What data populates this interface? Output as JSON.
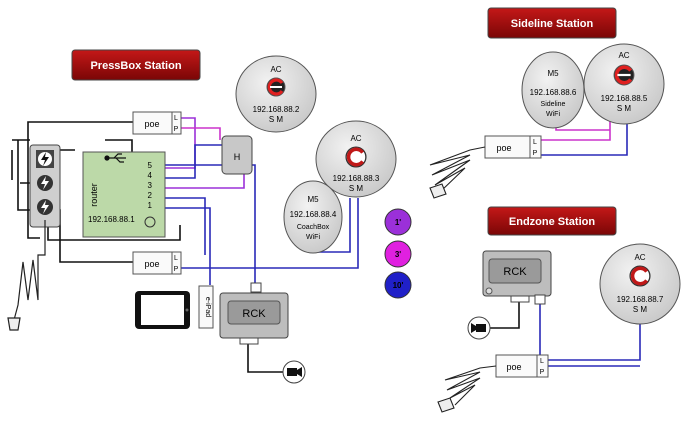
{
  "stations": {
    "pressbox": "PressBox Station",
    "sideline": "Sideline Station",
    "endzone": "Endzone Station"
  },
  "poe": {
    "label": "poe",
    "l": "L",
    "p": "P"
  },
  "ac": {
    "title": "AC",
    "sm": "S M",
    "ip_pressbox": "192.168.88.2",
    "ip_main": "192.168.88.3",
    "ip_sideline": "192.168.88.5",
    "ip_endzone": "192.168.88.7"
  },
  "m5": {
    "title": "M5",
    "ip_coachbox": "192.168.88.4",
    "name_coachbox": "CoachBox",
    "ip_sideline": "192.168.88.6",
    "name_sideline": "Sideline",
    "wifi": "WiFi"
  },
  "router": {
    "label": "router",
    "ip": "192.168.88.1",
    "ports": [
      "5",
      "4",
      "3",
      "2",
      "1"
    ]
  },
  "h_box": "H",
  "rck": "RCK",
  "ipad": "e-iPad",
  "legend": [
    {
      "label": "1'",
      "color": "#9b30d9"
    },
    {
      "label": "3'",
      "color": "#e020e0"
    },
    {
      "label": "10'",
      "color": "#2020c8"
    }
  ],
  "colors": {
    "banner": "#b01010",
    "purple": "#9b30d9",
    "magenta": "#cc33cc",
    "blue": "#2a2ab8",
    "router": "#bcd9a8",
    "ac_fill": "#d9d9d9",
    "rck_fill": "#bdbdbd"
  },
  "icons": [
    "lightning-icon",
    "camera-icon",
    "usb-icon",
    "tablet-icon",
    "antenna-icon",
    "logo-icon"
  ]
}
